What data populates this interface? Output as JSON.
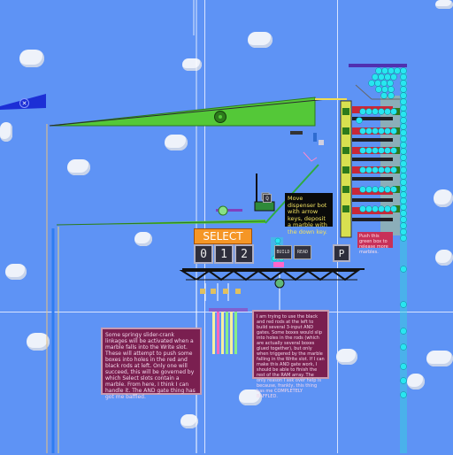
{
  "select_button": {
    "label": "SELECT"
  },
  "digits": [
    "0",
    "1",
    "2"
  ],
  "keys": {
    "build": "BUILD",
    "read": "READ",
    "p": "P",
    "q": "Q"
  },
  "tooltip": {
    "text": "Move dispenser bot with arrow keys, deposit a marble with the down key."
  },
  "push_box": {
    "text": "Push this green box to release more marbles."
  },
  "note_left": {
    "text": "Some springy slider-crank linkages will be activated when a marble falls into the Write slot. These will attempt to push some boxes into holes in the red and black rods at left. Only one will succeed, this will be governed by which Select slots contain a marble. From here, I think I can handle it. The AND gate thing has got me baffled."
  },
  "note_right": {
    "text": "I am trying to use the black and red rods at the left to build several 3-input AND gates. Some boxes would slip into holes in the rods (which are actually several boxes glued together), but only when triggered by the marble falling in the Write slot. If I can make this AND gate work, I should be able to finish the rest of the RAM array. The only reason I ask over help is because, frankly, this thing has me COMPLETELY BAFFLED."
  },
  "colors": {
    "sky": "#5e93f5",
    "green_bar": "#54c838",
    "marble": "#28e6f0",
    "select_orange": "#f59626",
    "note_bg": "#7a1f50",
    "tip_bg": "#0a0a0a",
    "push_bg": "#c83058"
  },
  "icons": {
    "gear": "gear-icon",
    "x_marker": "x-marker-icon"
  }
}
